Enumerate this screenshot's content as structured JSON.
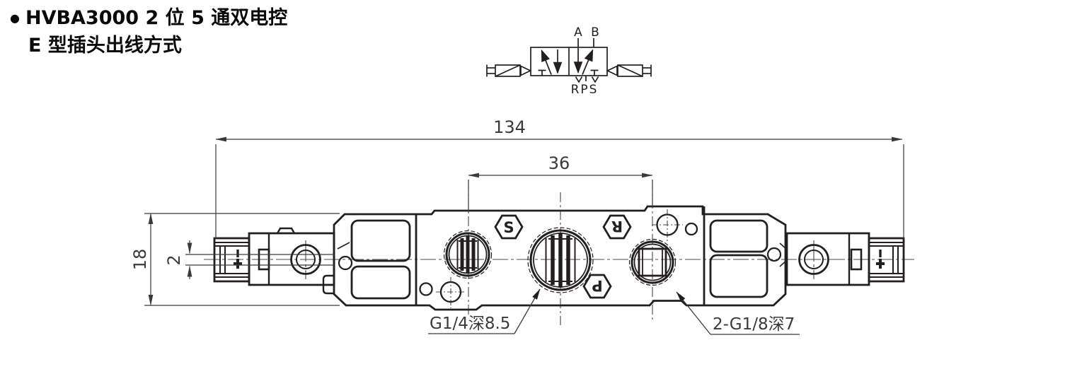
{
  "title": {
    "bullet": "●",
    "line1": "HVBA3000 2 位 5 通双电控",
    "line2": "E 型插头出线方式"
  },
  "schematic": {
    "label_a": "A",
    "label_b": "B",
    "label_rps": "RPS"
  },
  "dimensions": {
    "overall_length": "134",
    "port_spacing": "36",
    "body_height": "18",
    "plug_offset": "2"
  },
  "ports": {
    "s": "S",
    "r": "R",
    "p": "P"
  },
  "threads": {
    "center_port": "G1/4深8.5",
    "side_ports": "2-G1/8深7"
  },
  "colors": {
    "line": "#231f20",
    "dim": "#3a3a3a",
    "background": "#ffffff"
  }
}
